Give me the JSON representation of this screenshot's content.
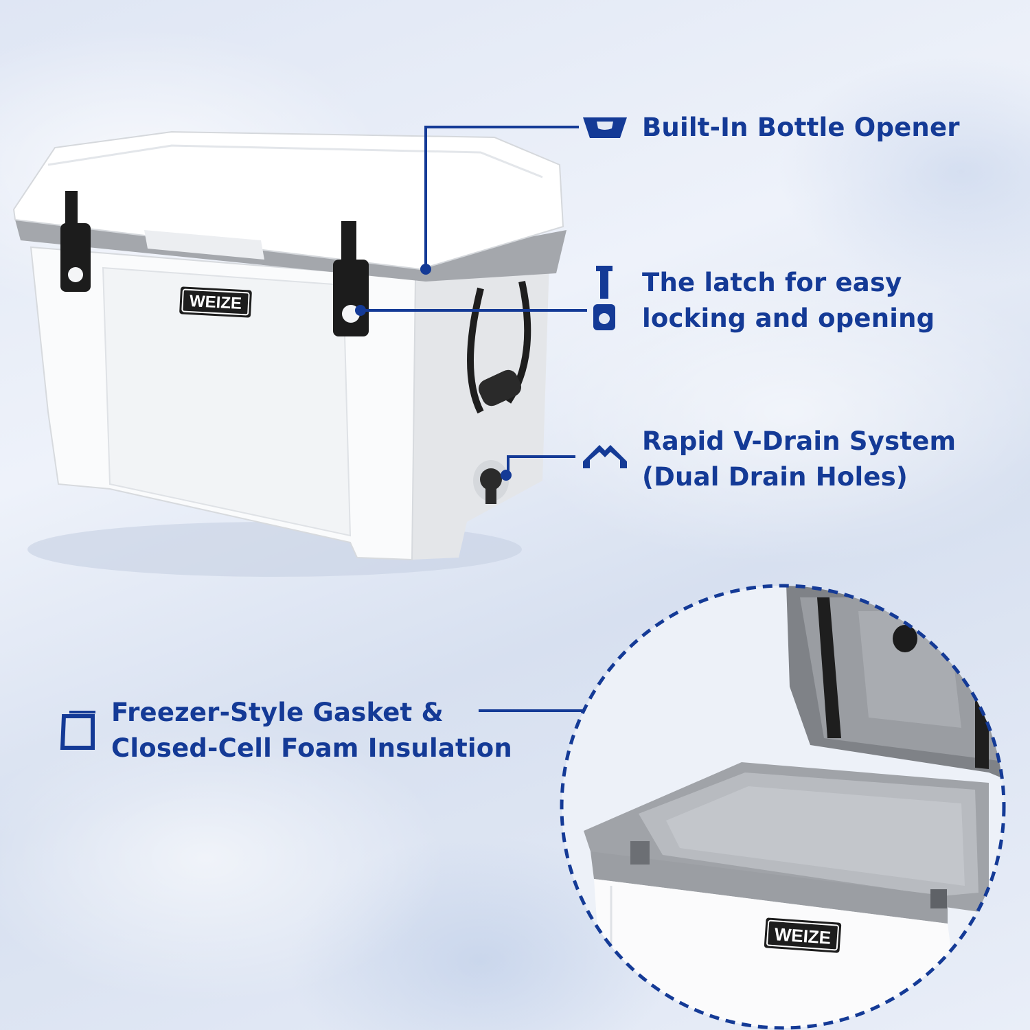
{
  "brand": {
    "logo_text": "WEIZE"
  },
  "colors": {
    "accent": "#143a96",
    "background": "#e3e9f5",
    "cooler_body": "#ffffff",
    "cooler_trim": "#9a9da2",
    "latch": "#1c1c1c"
  },
  "features": [
    {
      "icon": "bottle-opener-icon",
      "lines": [
        "Built-In Bottle Opener"
      ]
    },
    {
      "icon": "latch-icon",
      "lines": [
        "The latch for easy",
        "locking and opening"
      ]
    },
    {
      "icon": "drain-arrow-icon",
      "lines": [
        "Rapid V-Drain System",
        "(Dual Drain Holes)"
      ]
    },
    {
      "icon": "gasket-icon",
      "lines": [
        "Freezer-Style Gasket &",
        "Closed-Cell Foam Insulation"
      ]
    }
  ]
}
